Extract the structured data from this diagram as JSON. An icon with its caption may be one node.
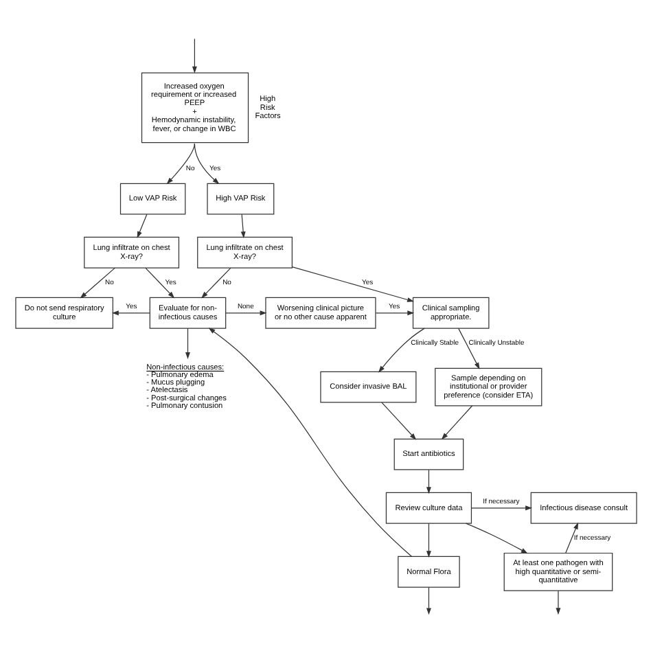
{
  "diagram": {
    "nodes": [
      {
        "text": [
          "Increased oxygen requirement or increased PEEP",
          "+",
          "Hemodynamic instability, fever, or change in WBC"
        ],
        "beside": [
          "High Risk Factors"
        ]
      },
      {
        "text": [
          "Low VAP Risk"
        ]
      },
      {
        "text": [
          "High VAP Risk"
        ]
      },
      {
        "text": [
          "Lung infiltrate on chest X-ray?"
        ]
      },
      {
        "text": [
          "Lung infiltrate on chest X-ray?"
        ]
      },
      {
        "text": [
          "Do not send respiratory culture"
        ]
      },
      {
        "text": [
          "Evaluate for non-infectious causes"
        ]
      },
      {
        "text": [
          "Worsening clinical picture or no other cause apparent"
        ]
      },
      {
        "text": [
          "Clinical sampling appropriate."
        ]
      },
      {
        "text": [
          "Non-infectious causes:",
          "- Pulmonary edema",
          "- Mucus plugging",
          "- Atelectasis",
          "- Post-surgical changes",
          "- Pulmonary contusion"
        ]
      },
      {
        "text": [
          "Consider invasive BAL"
        ]
      },
      {
        "text": [
          "Sample depending on institutional or provider preference (consider ETA)"
        ]
      },
      {
        "text": [
          "Start antibiotics"
        ]
      },
      {
        "text": [
          "Review culture data"
        ]
      },
      {
        "text": [
          "Infectious disease consult"
        ]
      },
      {
        "text": [
          "Normal Flora"
        ]
      },
      {
        "text": [
          "At least one pathogen with high quantitative or semi-quantitative"
        ]
      }
    ],
    "edges": [
      {
        "from": null,
        "to": 0,
        "arrow": "to"
      },
      {
        "from": 0,
        "to": 1,
        "label": "No",
        "arrow": "to"
      },
      {
        "from": 0,
        "to": 2,
        "label": "Yes",
        "arrow": "to"
      },
      {
        "from": 1,
        "to": 3,
        "arrow": "to"
      },
      {
        "from": 2,
        "to": 4,
        "arrow": "to"
      },
      {
        "from": 3,
        "to": 5,
        "label": "No",
        "arrow": "to"
      },
      {
        "from": 3,
        "to": 6,
        "label": "Yes",
        "arrow": "to"
      },
      {
        "from": 4,
        "to": 6,
        "label": "No",
        "arrow": "to"
      },
      {
        "from": 4,
        "to": 8,
        "label": "Yes",
        "arrow": "to"
      },
      {
        "from": 6,
        "to": 5,
        "label": "Yes",
        "arrow": "to"
      },
      {
        "from": 6,
        "to": 7,
        "label": "None",
        "arrow": "to"
      },
      {
        "from": 7,
        "to": 8,
        "label": "Yes",
        "arrow": "to"
      },
      {
        "from": 6,
        "to": 9,
        "arrow": "to"
      },
      {
        "from": 8,
        "to": 10,
        "label": "Clinically Stable",
        "arrow": "to"
      },
      {
        "from": 8,
        "to": 11,
        "label": "Clinically Unstable",
        "arrow": "to"
      },
      {
        "from": 10,
        "to": 12,
        "arrow": "to"
      },
      {
        "from": 11,
        "to": 12,
        "arrow": "to"
      },
      {
        "from": 12,
        "to": 13,
        "arrow": "to"
      },
      {
        "from": 13,
        "to": 14,
        "label": "If necessary",
        "arrow": "to"
      },
      {
        "from": 13,
        "to": 15,
        "arrow": "to"
      },
      {
        "from": 13,
        "to": 16,
        "arrow": "to"
      },
      {
        "from": 15,
        "to": 6,
        "arrow": "to"
      },
      {
        "from": 16,
        "to": 14,
        "label": "If necessary",
        "arrow": "to"
      },
      {
        "from": 15,
        "to": null,
        "arrow": "to"
      },
      {
        "from": 16,
        "to": null,
        "arrow": "to"
      }
    ]
  }
}
